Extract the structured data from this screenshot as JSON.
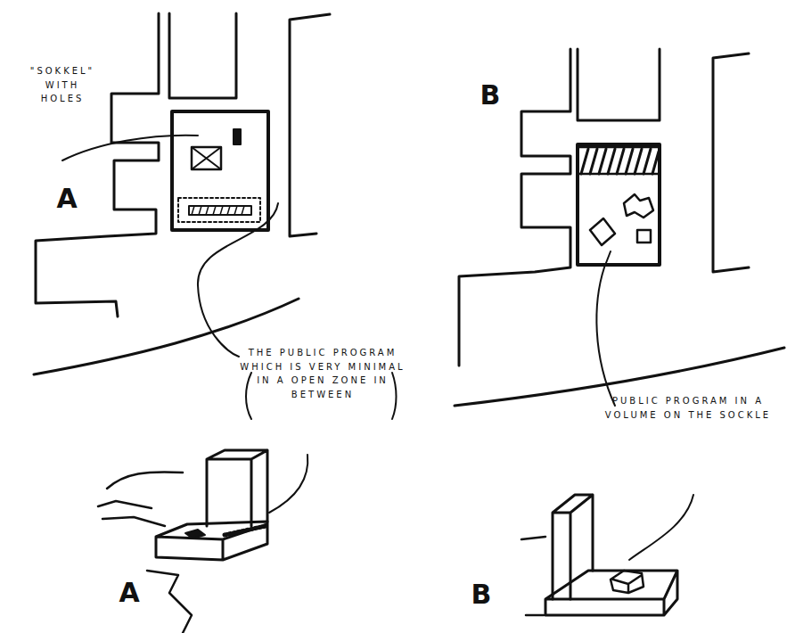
{
  "diagram": {
    "labels": [
      "\"SOKKEL\" WITH HOLES",
      "B",
      "A",
      "THE PUBLIC PROGRAM WHICH IS VERY MINIMAL IN A OPEN ZONE IN BETWEEN",
      "PUBLIC PROGRAM IN A VOLUME ON THE SOCKLE",
      "A",
      "B"
    ]
  }
}
